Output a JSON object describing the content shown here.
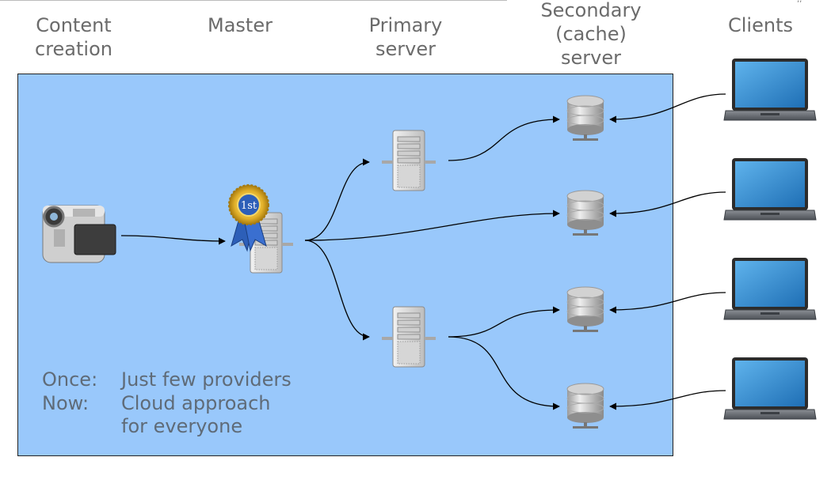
{
  "columns": {
    "content": "Content\ncreation",
    "master": "Master",
    "primary": "Primary\nserver",
    "secondary": "Secondary\n(cache)\nserver",
    "clients": "Clients"
  },
  "badge": {
    "text": "1st",
    "colors": {
      "gold": "#e3b22b",
      "ribbon": "#2d5fb8"
    }
  },
  "notes": [
    {
      "key": "Once:",
      "value": "Just few providers"
    },
    {
      "key": "Now:",
      "value": "Cloud approach"
    },
    {
      "key": "",
      "value": "for everyone"
    }
  ],
  "icons": {
    "camera": "video-camera-icon",
    "master": "master-server-icon",
    "primary": "rack-server-icon",
    "cache": "database-server-icon",
    "client": "laptop-icon"
  },
  "colors": {
    "panel": "#99c8fb",
    "label": "#6b6b6b",
    "note": "#5f6b78"
  }
}
